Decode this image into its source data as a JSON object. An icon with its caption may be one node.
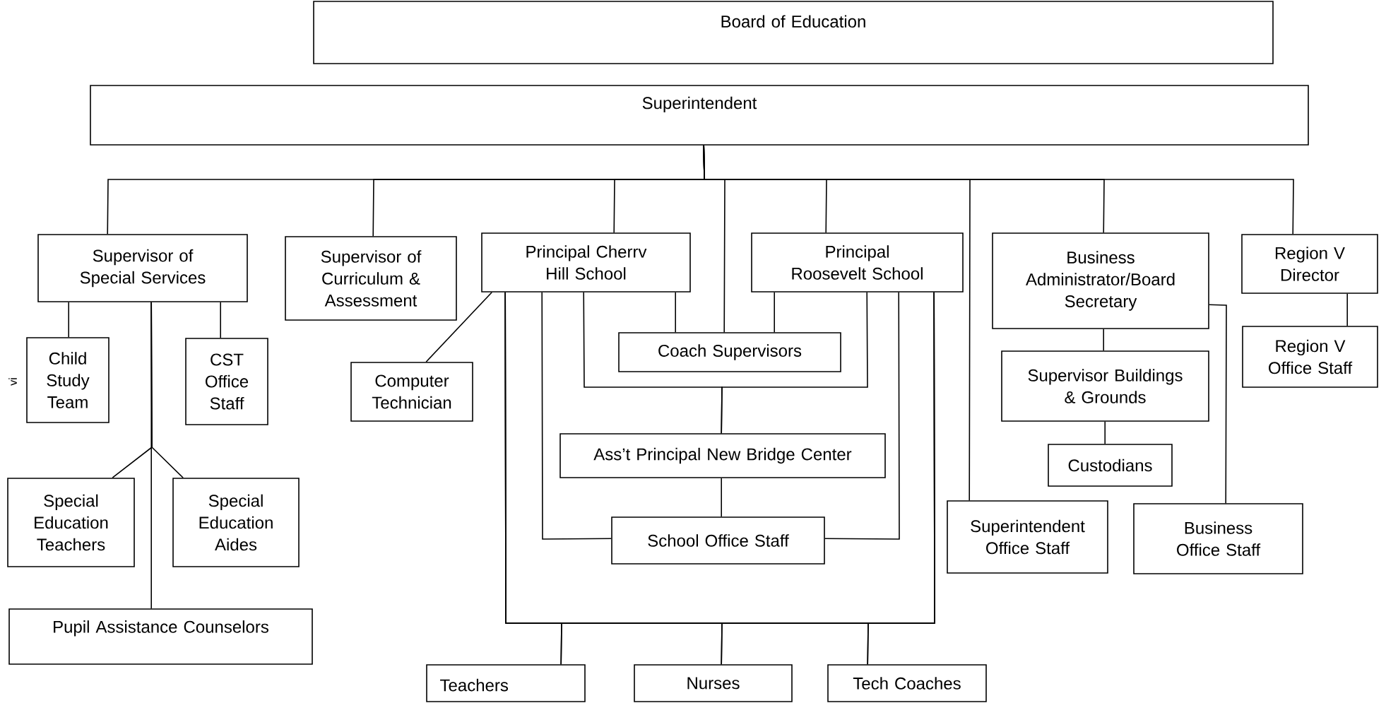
{
  "diagram": {
    "nodes": [
      {
        "text": [
          "Board of Education"
        ]
      },
      {
        "text": [
          "Superintendent"
        ]
      },
      {
        "text": [
          "Supervisor of Special Services"
        ]
      },
      {
        "text": [
          "Supervisor of Curriculum & Assessment"
        ]
      },
      {
        "text": [
          "Principal Cherrv Hill School"
        ]
      },
      {
        "text": [
          "Principal Roosevelt School"
        ]
      },
      {
        "text": [
          "Business Administrator/Board Secretary"
        ]
      },
      {
        "text": [
          "Region V Director"
        ]
      },
      {
        "text": [
          "Child Study Team"
        ]
      },
      {
        "text": [
          "CST Office Staff"
        ]
      },
      {
        "text": [
          "Computer Technician"
        ]
      },
      {
        "text": [
          "Coach Supervisors"
        ]
      },
      {
        "text": [
          "Supervisor Buildings & Grounds"
        ]
      },
      {
        "text": [
          "Region V Office Staff"
        ]
      },
      {
        "text": [
          "Ass’t Principal New Bridge Center"
        ]
      },
      {
        "text": [
          "Custodians"
        ]
      },
      {
        "text": [
          "Special Education Teachers"
        ]
      },
      {
        "text": [
          "Special Education Aides"
        ]
      },
      {
        "text": [
          "School Office Staff"
        ]
      },
      {
        "text": [
          "Superintendent Office Staff"
        ]
      },
      {
        "text": [
          "Business Office Staff"
        ]
      },
      {
        "text": [
          "Pupil Assistance Counselors"
        ]
      },
      {
        "text": [
          "Teachers"
        ]
      },
      {
        "text": [
          "Nurses"
        ]
      },
      {
        "text": [
          "Tech Coaches"
        ]
      }
    ],
    "edges": [
      {
        "from": 1,
        "to": 2,
        "arrow": "none"
      },
      {
        "from": 1,
        "to": 3,
        "arrow": "none"
      },
      {
        "from": 1,
        "to": 4,
        "arrow": "none"
      },
      {
        "from": 1,
        "to": 11,
        "arrow": "none"
      },
      {
        "from": 1,
        "to": 5,
        "arrow": "none"
      },
      {
        "from": 1,
        "to": 19,
        "arrow": "none"
      },
      {
        "from": 1,
        "to": 6,
        "arrow": "none"
      },
      {
        "from": 1,
        "to": 7,
        "arrow": "none"
      },
      {
        "from": 2,
        "to": 8,
        "arrow": "none"
      },
      {
        "from": 2,
        "to": 9,
        "arrow": "none"
      },
      {
        "from": 2,
        "to": 16,
        "arrow": "none"
      },
      {
        "from": 2,
        "to": 17,
        "arrow": "none"
      },
      {
        "from": 2,
        "to": 21,
        "arrow": "none"
      },
      {
        "from": 4,
        "to": 10,
        "arrow": "none"
      },
      {
        "from": 4,
        "to": 11,
        "arrow": "none"
      },
      {
        "from": 5,
        "to": 11,
        "arrow": "none"
      },
      {
        "from": 4,
        "to": 14,
        "arrow": "none"
      },
      {
        "from": 5,
        "to": 14,
        "arrow": "none"
      },
      {
        "from": 14,
        "to": 18,
        "arrow": "none"
      },
      {
        "from": 4,
        "to": 18,
        "arrow": "none"
      },
      {
        "from": 5,
        "to": 18,
        "arrow": "none"
      },
      {
        "from": 4,
        "to": 22,
        "arrow": "none"
      },
      {
        "from": 4,
        "to": 23,
        "arrow": "none"
      },
      {
        "from": 4,
        "to": 24,
        "arrow": "none"
      },
      {
        "from": 5,
        "to": 22,
        "arrow": "none"
      },
      {
        "from": 5,
        "to": 23,
        "arrow": "none"
      },
      {
        "from": 5,
        "to": 24,
        "arrow": "none"
      },
      {
        "from": 6,
        "to": 12,
        "arrow": "none"
      },
      {
        "from": 12,
        "to": 15,
        "arrow": "none"
      },
      {
        "from": 6,
        "to": 20,
        "arrow": "none"
      },
      {
        "from": 7,
        "to": 13,
        "arrow": "none"
      }
    ],
    "labels": [
      "vi"
    ]
  }
}
